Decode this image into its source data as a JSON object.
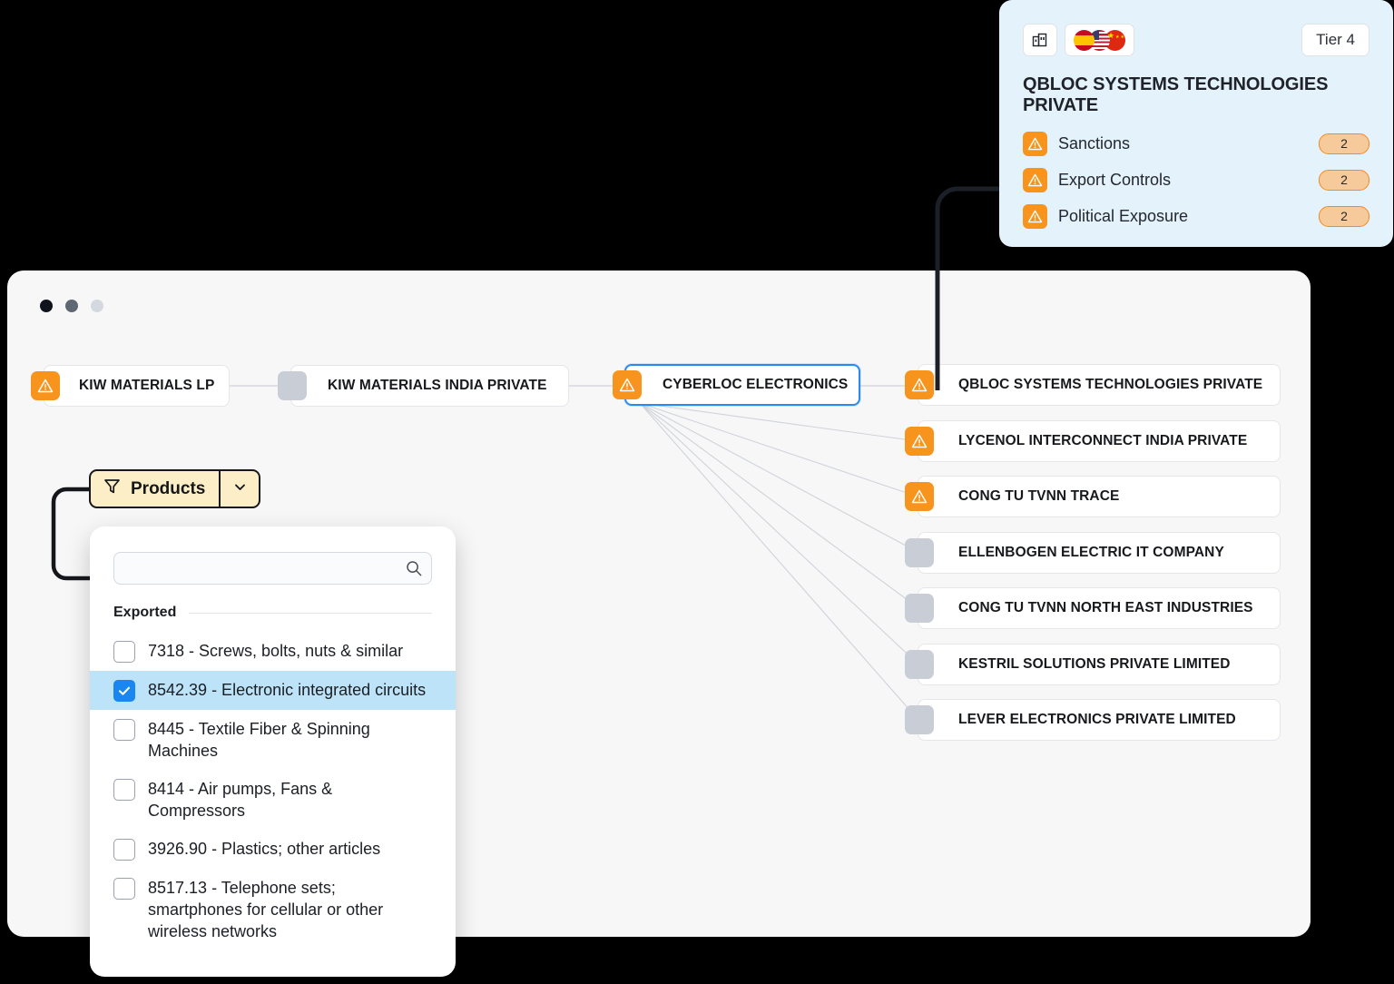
{
  "detail_card": {
    "icons": {
      "building": "building-icon",
      "flags": [
        "flag-spain",
        "flag-usa",
        "flag-china"
      ]
    },
    "tier_label": "Tier 4",
    "title": "QBLOC SYSTEMS TECHNOLOGIES PRIVATE",
    "risks": [
      {
        "icon": "warning-icon",
        "label": "Sanctions",
        "count": "2"
      },
      {
        "icon": "warning-icon",
        "label": "Export Controls",
        "count": "2"
      },
      {
        "icon": "warning-icon",
        "label": "Political Exposure",
        "count": "2"
      }
    ]
  },
  "window": {
    "traffic_lights": [
      "close-dot",
      "minimize-dot",
      "maximize-dot"
    ]
  },
  "graph": {
    "nodes": [
      {
        "id": "kiw-materials-lp",
        "label": "KIW MATERIALS LP",
        "status": "warn",
        "selected": false
      },
      {
        "id": "kiw-materials-india-private",
        "label": "KIW MATERIALS INDIA PRIVATE",
        "status": "neutral",
        "selected": false
      },
      {
        "id": "cyberloc-electronics",
        "label": "CYBERLOC ELECTRONICS",
        "status": "warn",
        "selected": true
      },
      {
        "id": "qbloc-systems-technologies-private",
        "label": "QBLOC SYSTEMS TECHNOLOGIES PRIVATE",
        "status": "warn",
        "selected": false
      },
      {
        "id": "lycenol-interconnect-india-private",
        "label": "LYCENOL INTERCONNECT INDIA PRIVATE",
        "status": "warn",
        "selected": false
      },
      {
        "id": "cong-tu-tvnn-trace",
        "label": "CONG TU TVNN TRACE",
        "status": "warn",
        "selected": false
      },
      {
        "id": "ellenbogen-electric-it-company",
        "label": "ELLENBOGEN ELECTRIC IT COMPANY",
        "status": "neutral",
        "selected": false
      },
      {
        "id": "cong-tu-tvnn-north-east-industries",
        "label": "CONG TU TVNN NORTH EAST INDUSTRIES",
        "status": "neutral",
        "selected": false
      },
      {
        "id": "kestril-solutions-private-limited",
        "label": "KESTRIL SOLUTIONS PRIVATE LIMITED",
        "status": "neutral",
        "selected": false
      },
      {
        "id": "lever-electronics-private-limited",
        "label": "LEVER ELECTRONICS PRIVATE LIMITED",
        "status": "neutral",
        "selected": false
      }
    ]
  },
  "filter": {
    "icon": "funnel-icon",
    "label": "Products",
    "caret_icon": "chevron-down-icon"
  },
  "dropdown": {
    "search": {
      "value": "",
      "placeholder": "",
      "icon": "search-icon"
    },
    "section_label": "Exported",
    "options": [
      {
        "label": "7318 - Screws, bolts, nuts & similar",
        "checked": false
      },
      {
        "label": "8542.39 - Electronic integrated circuits",
        "checked": true
      },
      {
        "label": "8445 - Textile Fiber & Spinning Machines",
        "checked": false
      },
      {
        "label": "8414 - Air pumps, Fans & Compressors",
        "checked": false
      },
      {
        "label": "3926.90 - Plastics; other articles",
        "checked": false
      },
      {
        "label": "8517.13 - Telephone sets; smartphones for cellular or other wireless networks",
        "checked": false
      }
    ]
  },
  "colors": {
    "warning": "#f7941d",
    "neutral": "#c9cdd6",
    "selected_node_border": "#2a8af2",
    "card_bg": "#e3f2fb",
    "filter_bg": "#fcefc7",
    "option_selected_bg": "#bce3f8",
    "checkbox_checked": "#1a86f0"
  }
}
